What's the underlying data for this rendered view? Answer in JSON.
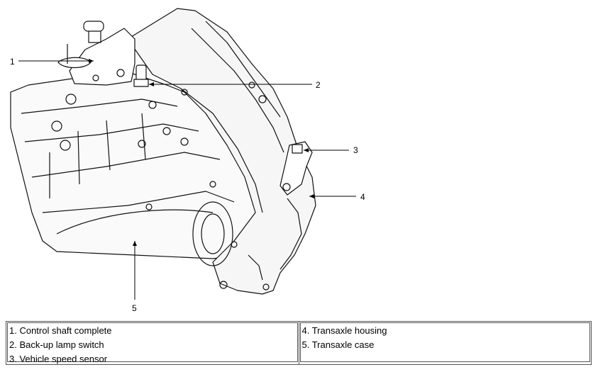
{
  "callouts": [
    "1",
    "2",
    "3",
    "4",
    "5"
  ],
  "legend": {
    "left": [
      "1. Control shaft complete",
      "2. Back-up lamp switch",
      "3. Vehicle speed sensor"
    ],
    "right": [
      "4. Transaxle housing",
      "5. Transaxle case"
    ]
  }
}
